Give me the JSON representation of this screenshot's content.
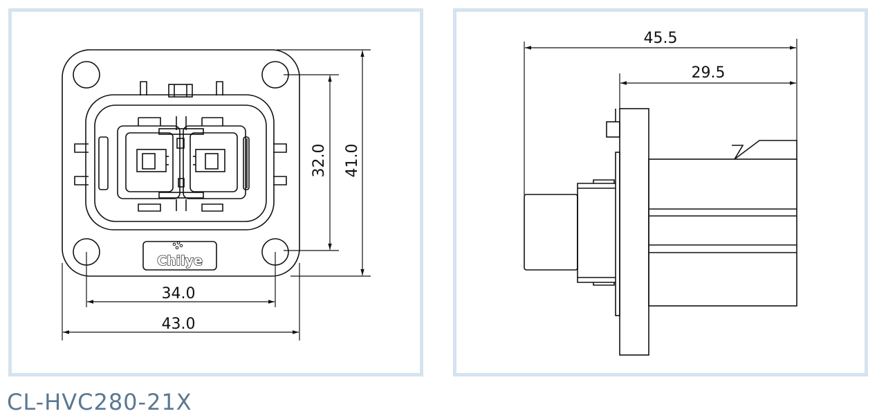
{
  "model": "CL-HVC280-21X",
  "front_view": {
    "dimensions": {
      "hole_spacing_horizontal": "34.0",
      "overall_width": "43.0",
      "hole_spacing_vertical": "32.0",
      "overall_height": "41.0"
    },
    "logo_text": "Chilye"
  },
  "side_view": {
    "dimensions": {
      "overall_length": "45.5",
      "rear_length": "29.5"
    }
  },
  "colors": {
    "panel_border": "#d5e3f0",
    "line": "#111111",
    "label": "#5a7891"
  }
}
